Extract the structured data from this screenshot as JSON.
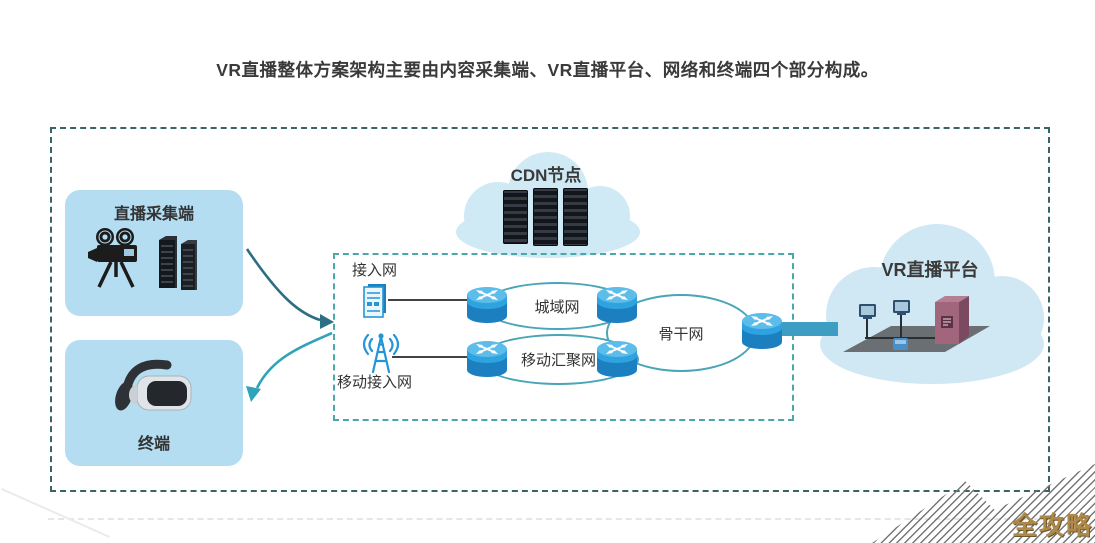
{
  "title": "VR直播整体方案架构主要由内容采集端、VR直播平台、网络和终端四个部分构成。",
  "capture_box": {
    "label": "直播采集端"
  },
  "terminal_box": {
    "label": "终端"
  },
  "cdn_cloud": {
    "label": "CDN节点"
  },
  "network": {
    "access_label": "接入网",
    "mobile_access_label": "移动接入网",
    "metro_ellipse": "城域网",
    "mobile_agg_ellipse": "移动汇聚网",
    "backbone_ellipse": "骨干网"
  },
  "platform_cloud": {
    "label": "VR直播平台"
  },
  "watermark": {
    "text": "全攻略"
  },
  "colors": {
    "box_fill": "#b5ddf1",
    "cloud_fill": "#cfe9f5",
    "router_blue": "#2ea3e0",
    "ellipse_border": "#49a5b8",
    "outer_dash": "#3a6463",
    "inner_dash": "#4aa8ac",
    "arrow_dark": "#2d6f82",
    "arrow_light": "#2fa3ba",
    "connector_bar": "#3d9dc2",
    "watermark_gold": "#b08948"
  },
  "icons": {
    "film-camera-icon": "svg-shape",
    "server-rack-icon": "svg-shape",
    "vr-headset-icon": "svg-shape",
    "cdn-servers-icon": "css-stripes",
    "router-icon": "svg-cylinder-cross-arrows",
    "access-device-icon": "svg-shape",
    "antenna-icon": "svg-shape",
    "lan-platform-icon": "svg-shape"
  }
}
